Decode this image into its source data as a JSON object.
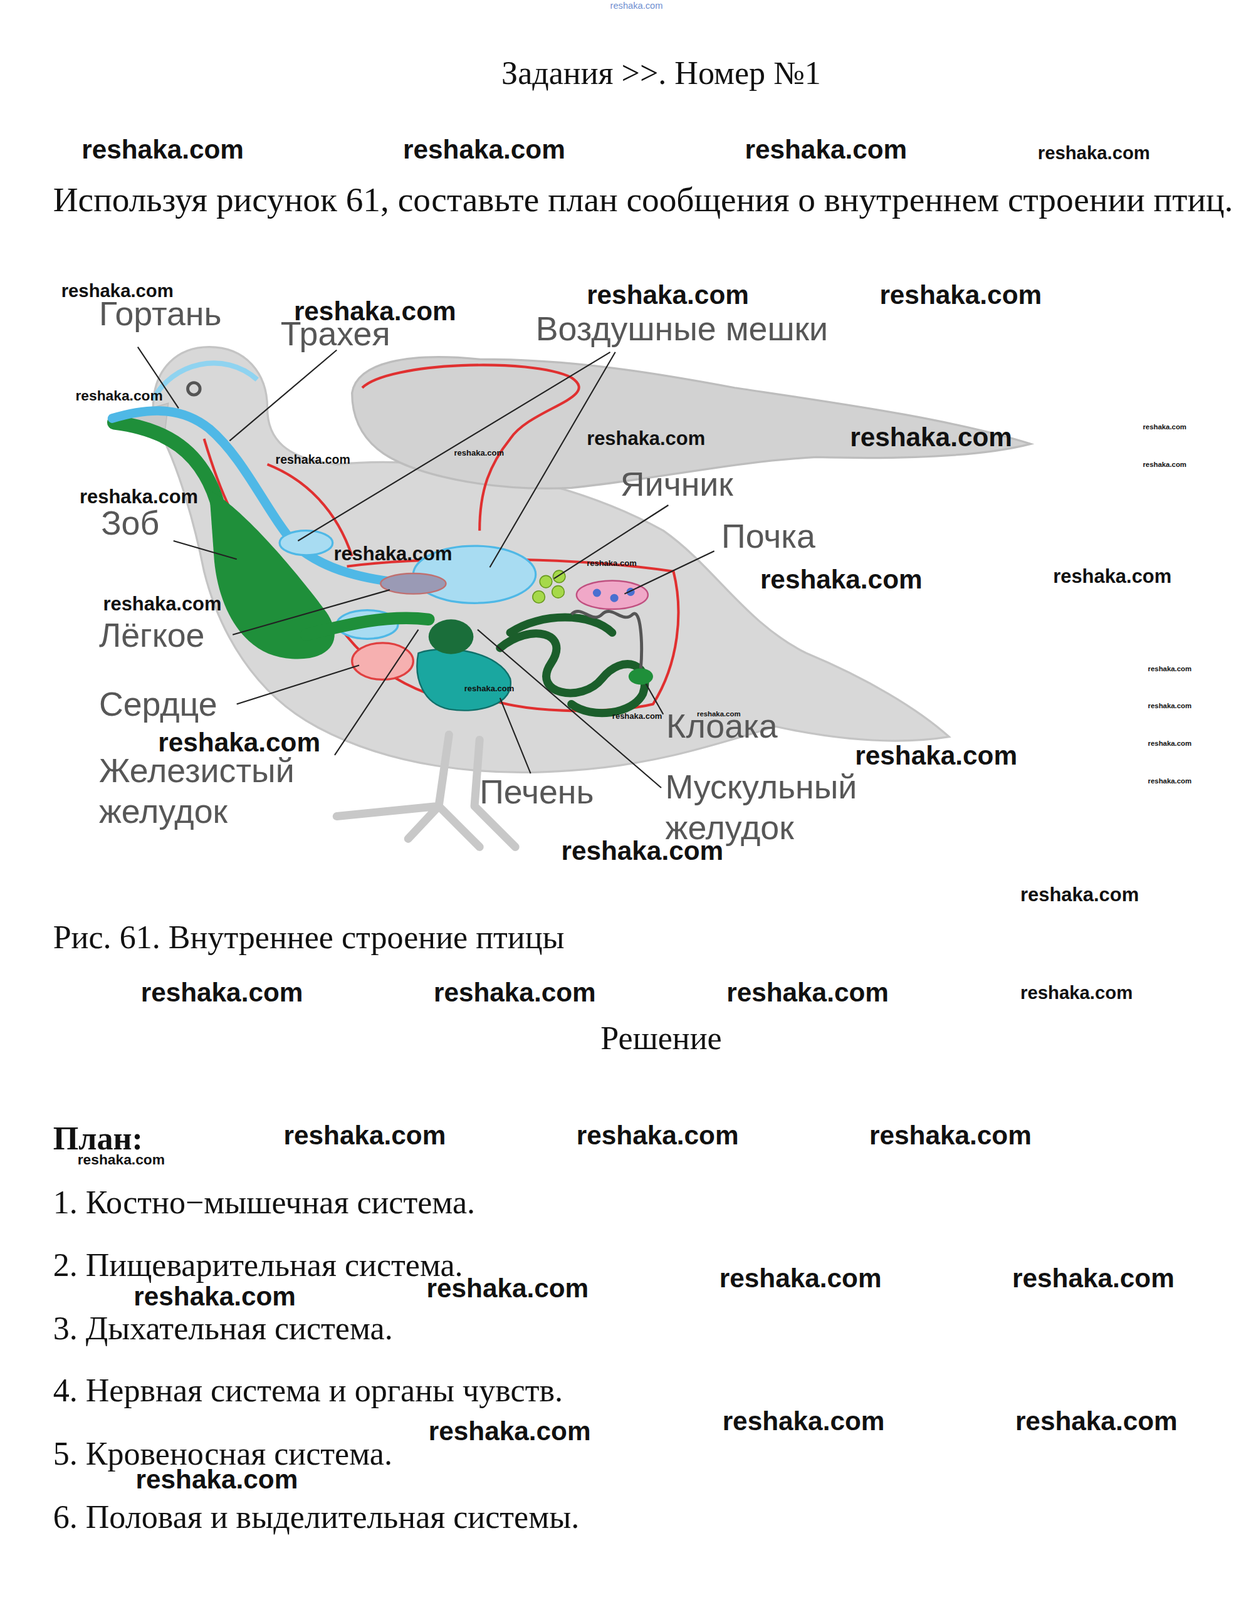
{
  "diagram": {
    "title": "Задания >>. Номер №1",
    "caption": "Рис. 61. Внутреннее строение птицы",
    "labels": [
      "reshaka.com",
      "reshaka.com",
      "reshaka.com",
      "reshaka.com",
      "reshaka.com",
      "Используя рисунок 61, составьте план сообщения о внутреннем строении птиц.",
      "reshaka.com",
      "Гортань",
      "reshaka.com",
      "Трахея",
      "reshaka.com",
      "reshaka.com",
      "Воздушные мешки",
      "reshaka.com",
      "reshaka.com",
      "reshaka.com",
      "reshaka.com",
      "reshaka.com",
      "reshaka.com",
      "reshaka.com",
      "Яичник",
      "reshaka.com",
      "Зоб",
      "Почка",
      "reshaka.com",
      "reshaka.com",
      "reshaka.com",
      "reshaka.com",
      "reshaka.com",
      "Лёгкое",
      "reshaka.com",
      "reshaka.com",
      "Сердце",
      "reshaka.com",
      "reshaka.com",
      "reshaka.com",
      "Клоака",
      "reshaka.com",
      "reshaka.com",
      "reshaka.com",
      "Железистый желудок",
      "reshaka.com",
      "Печень",
      "Мускульный желудок",
      "reshaka.com",
      "reshaka.com",
      "reshaka.com",
      "reshaka.com",
      "reshaka.com",
      "reshaka.com",
      "Решение",
      "План:",
      "reshaka.com",
      "reshaka.com",
      "reshaka.com",
      "reshaka.com",
      "1. Костно−мышечная система.",
      "2. Пищеварительная система.",
      "reshaka.com",
      "reshaka.com",
      "reshaka.com",
      "reshaka.com",
      "3. Дыхательная система.",
      "4. Нервная система и органы чувств.",
      "reshaka.com",
      "reshaka.com",
      "reshaka.com",
      "5. Кровеносная система.",
      "reshaka.com",
      "6. Половая и выделительная системы."
    ]
  }
}
